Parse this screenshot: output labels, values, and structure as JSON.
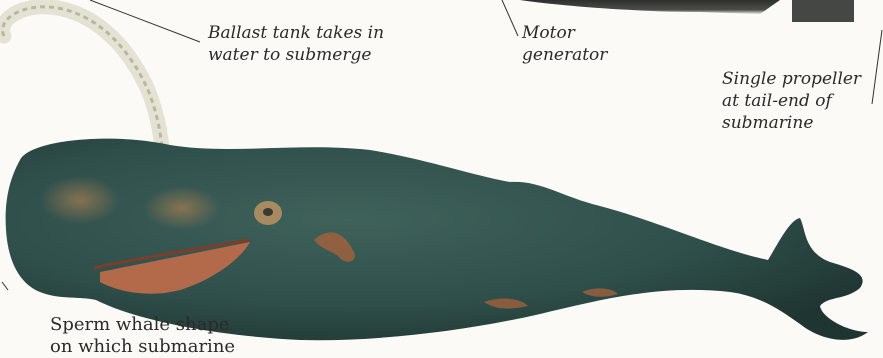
{
  "labels": {
    "ballast": "Ballast tank takes in\nwater to submerge",
    "motor": "Motor\ngenerator",
    "propeller": "Single propeller\nat tail-end of\nsubmarine",
    "whale": "Sperm whale shape\non which submarine"
  },
  "colors": {
    "background": "#fbfaf6",
    "whale_body": "#2f4f4a",
    "whale_belly": "#b36a4a",
    "spout": "#e4e2d2",
    "hull": "#3f4240",
    "leader": "#333333"
  }
}
